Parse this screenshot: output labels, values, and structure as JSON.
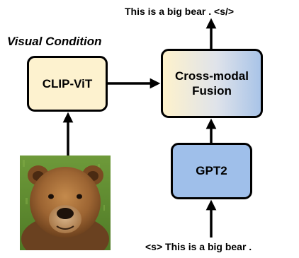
{
  "labels": {
    "output_text": "This is a big bear . <s/>",
    "visual_condition": "Visual Condition",
    "input_text": "<s> This is a big bear ."
  },
  "nodes": {
    "clip_vit": "CLIP-ViT",
    "fusion_line1": "Cross-modal",
    "fusion_line2": "Fusion",
    "gpt2": "GPT2"
  },
  "colors": {
    "clip_fill": "#fdf2cf",
    "fusion_gradient_start": "#fef2cc",
    "fusion_gradient_end": "#a9c4e8",
    "gpt2_fill": "#9fbfea"
  },
  "image": {
    "subject": "bear-photo"
  }
}
